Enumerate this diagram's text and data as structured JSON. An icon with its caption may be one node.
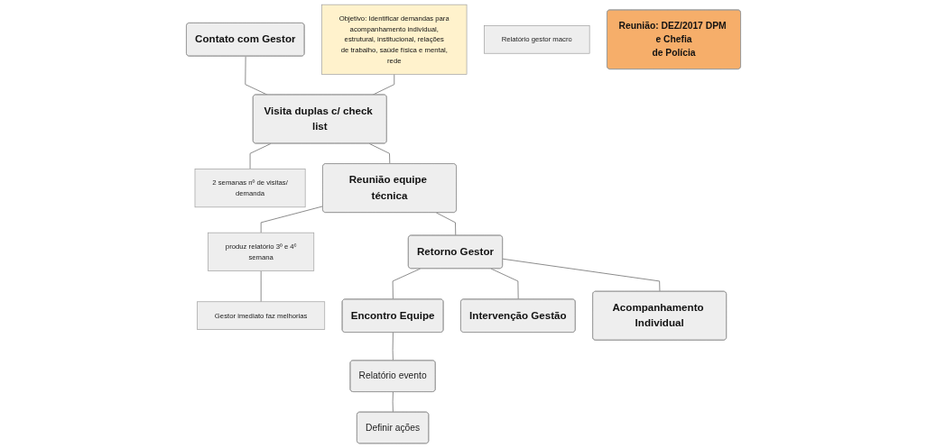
{
  "diagram": {
    "nodes": [
      {
        "text": [
          "Contato com Gestor"
        ]
      },
      {
        "text": [
          "Objetivo: Identificar demandas para acompanhamento individual, estrutural, institucional, relações de trabalho, saúde física e mental, rede"
        ]
      },
      {
        "text": [
          "2 semanas nº de visitas/ demanda"
        ]
      },
      {
        "text": [
          "Visita duplas c/ check list"
        ]
      },
      {
        "text": [
          "Reunião equipe técnica"
        ]
      },
      {
        "text": [
          "produz relatório 3º e 4º semana"
        ]
      },
      {
        "text": [
          "Gestor imediato faz melhorias"
        ]
      },
      {
        "text": [
          "Retorno Gestor"
        ]
      },
      {
        "text": [
          "Relatório gestor macro"
        ]
      },
      {
        "text": [
          "Encontro Equipe"
        ]
      },
      {
        "text": [
          "Intervenção Gestão"
        ]
      },
      {
        "text": [
          "Acompanhamento Individual"
        ]
      },
      {
        "text": [
          "Relatório evento"
        ]
      },
      {
        "text": [
          "Reunião: DEZ/2017 DPM e Chefia de Polícia"
        ]
      },
      {
        "text": [
          "Definir ações"
        ]
      }
    ],
    "edges": [
      {
        "from": 0,
        "to": 3,
        "arrow": "none"
      },
      {
        "from": 1,
        "to": 3,
        "arrow": "none"
      },
      {
        "from": 3,
        "to": 2,
        "arrow": "none"
      },
      {
        "from": 3,
        "to": 4,
        "arrow": "none"
      },
      {
        "from": 4,
        "to": 5,
        "arrow": "none"
      },
      {
        "from": 5,
        "to": 6,
        "arrow": "none"
      },
      {
        "from": 4,
        "to": 7,
        "arrow": "none"
      },
      {
        "from": 7,
        "to": 9,
        "arrow": "none"
      },
      {
        "from": 7,
        "to": 10,
        "arrow": "none"
      },
      {
        "from": 7,
        "to": 11,
        "arrow": "none"
      },
      {
        "from": 9,
        "to": 12,
        "arrow": "none"
      },
      {
        "from": 12,
        "to": 14,
        "arrow": "none"
      }
    ]
  }
}
